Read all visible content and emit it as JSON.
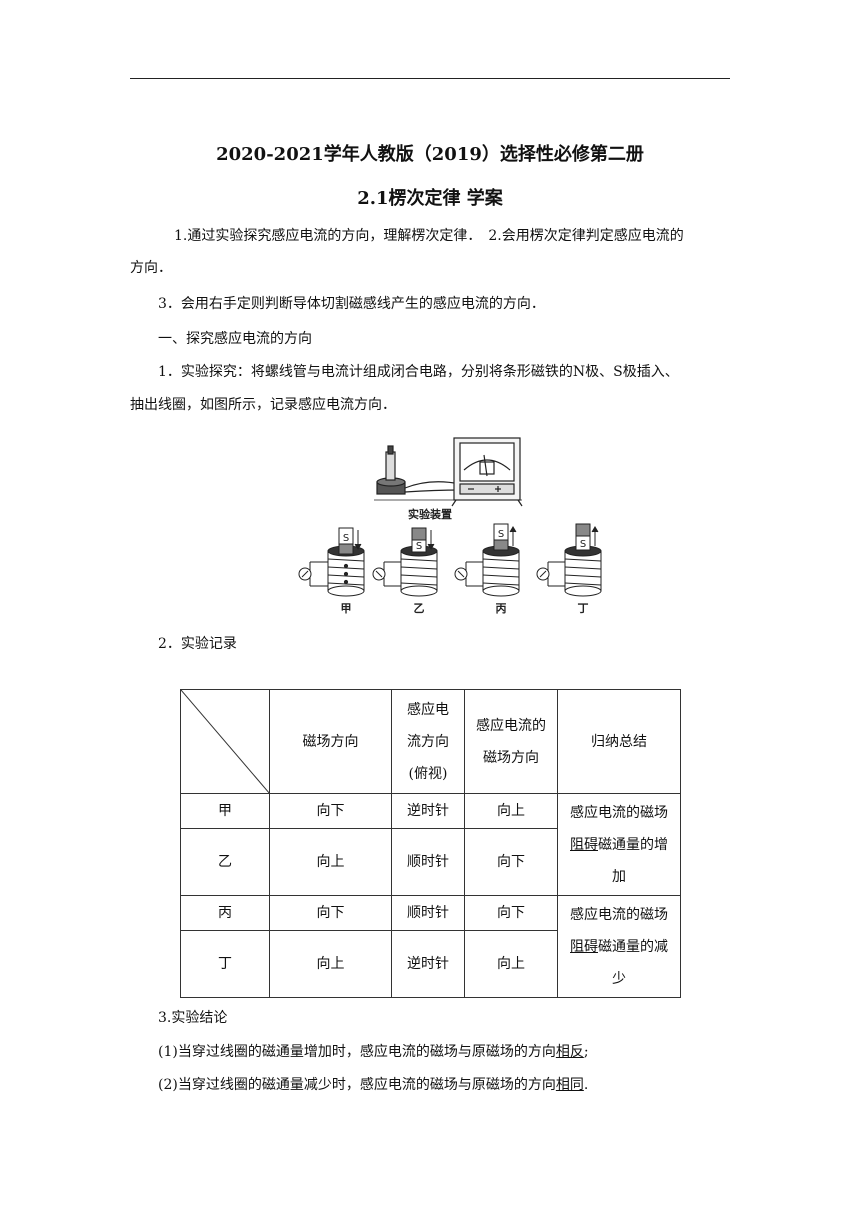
{
  "title_line1": "2020-2021学年人教版（2019）选择性必修第二册",
  "title_line2": "2.1楞次定律 学案",
  "goals": {
    "line1": "1.通过实验探究感应电流的方向，理解楞次定律．　2.会用楞次定律判定感应电流的",
    "line2": "方向．",
    "line3": "3．会用右手定则判断导体切割磁感线产生的感应电流的方向．"
  },
  "section1": "一、探究感应电流的方向",
  "exp": {
    "line1": "1．实验探究：将螺线管与电流计组成闭合电路，分别将条形磁铁的N极、S极插入、",
    "line2": "抽出线圈，如图所示，记录感应电流方向．"
  },
  "figure": {
    "caption": "实验装置",
    "magnet_labels": [
      "S",
      "S",
      "S",
      "S"
    ],
    "labels": [
      "甲",
      "乙",
      "丙",
      "丁"
    ]
  },
  "record_heading": "2．实验记录",
  "table": {
    "headers": [
      "磁场方向",
      "感应电",
      "流方向",
      "(俯视)",
      "感应电流的",
      "磁场方向",
      "归纳总结"
    ],
    "rows": [
      {
        "name": "甲",
        "field": "向下",
        "current": "逆时针",
        "induced": "向上"
      },
      {
        "name": "乙",
        "field": "向上",
        "current": "顺时针",
        "induced": "向下"
      },
      {
        "name": "丙",
        "field": "向下",
        "current": "顺时针",
        "induced": "向下"
      },
      {
        "name": "丁",
        "field": "向上",
        "current": "逆时针",
        "induced": "向上"
      }
    ],
    "summary1": [
      "感应电流的磁场",
      "阻碍",
      "磁通量的增",
      "加"
    ],
    "summary2": [
      "感应电流的磁场",
      "阻碍",
      "磁通量的减",
      "少"
    ]
  },
  "conclusion": {
    "heading": "3.实验结论",
    "line1_pre": "(1)当穿过线圈的磁通量增加时，感应电流的磁场与原磁场的方向",
    "line1_key": "相反",
    "line1_end": ";",
    "line2_pre": "(2)当穿过线圈的磁通量减少时，感应电流的磁场与原磁场的方向",
    "line2_key": "相同",
    "line2_end": "."
  }
}
